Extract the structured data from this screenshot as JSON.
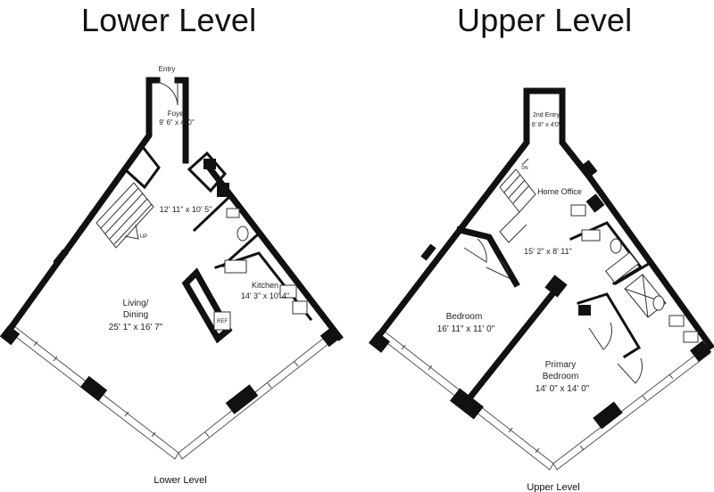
{
  "lower": {
    "title": "Lower Level",
    "caption": "Lower Level",
    "rooms": {
      "entry": "Entry",
      "foyer_name": "Foyer",
      "foyer_dim": "9' 6\" x 4' 0\"",
      "hall_dim": "12' 11\" x 10' 5\"",
      "up": "UP",
      "living_name1": "Living/",
      "living_name2": "Dining",
      "living_dim": "25' 1\" x 16' 7\"",
      "kitchen_name": "Kitchen",
      "kitchen_dim": "14' 3\" x 10' 4\"",
      "ref": "REF"
    }
  },
  "upper": {
    "title": "Upper Level",
    "caption": "Upper Level",
    "rooms": {
      "entry_name": "2nd Entry",
      "entry_dim": "6' 8\" x 4'0\"",
      "dn": "DN",
      "office_name": "Home Office",
      "office_dim": "15' 2\" x 8' 11\"",
      "bedroom_name": "Bedroom",
      "bedroom_dim": "16' 11\" x 11' 0\"",
      "primary_name1": "Primary",
      "primary_name2": "Bedroom",
      "primary_dim": "14' 0\" x 14' 0\""
    }
  }
}
